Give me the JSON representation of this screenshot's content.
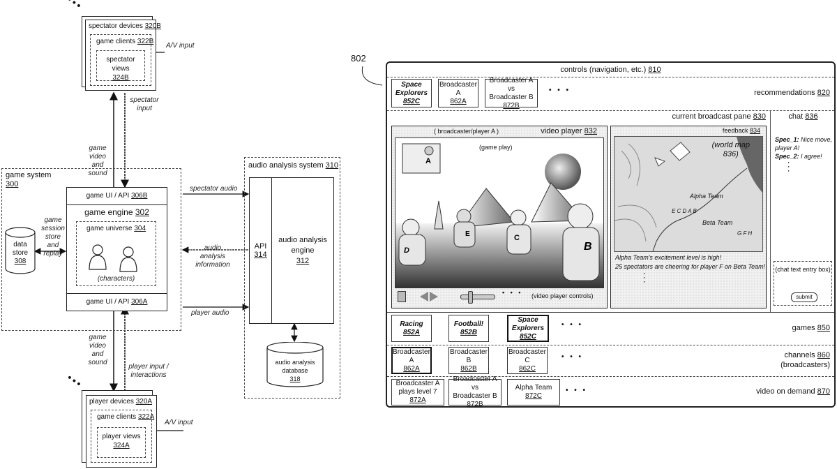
{
  "left_diagram": {
    "spectator_devices": {
      "title": "spectator devices",
      "ref": "320B",
      "clients": "game clients",
      "clients_ref": "322B",
      "views": "spectator views",
      "views_ref": "324B",
      "av_input": "A/V input"
    },
    "player_devices": {
      "title": "player devices",
      "ref": "320A",
      "clients": "game clients",
      "clients_ref": "322A",
      "views": "player views",
      "views_ref": "324A",
      "av_input": "A/V input"
    },
    "arrows_top": {
      "video": "game video and sound",
      "input": "spectator input"
    },
    "arrows_bottom": {
      "video": "game video and sound",
      "input": "player input / interactions"
    },
    "game_system": {
      "title": "game system",
      "ref": "300",
      "api_top": "game UI / API",
      "api_top_ref": "306B",
      "engine": "game engine",
      "engine_ref": "302",
      "universe": "game universe",
      "universe_ref": "304",
      "characters": "(characters)",
      "api_bottom": "game UI / API",
      "api_bottom_ref": "306A",
      "data_store": "data store",
      "data_store_ref": "308",
      "session_label": "game session store and replay"
    },
    "links": {
      "spectator_audio": "spectator audio",
      "analysis_info": "audio analysis information",
      "player_audio": "player audio"
    },
    "audio_system": {
      "title": "audio analysis system",
      "ref": "310",
      "api": "API",
      "api_ref": "314",
      "engine": "audio analysis engine",
      "engine_ref": "312",
      "database": "audio analysis database",
      "database_ref": "318"
    }
  },
  "right_ui": {
    "figure_ref": "802",
    "controls": "controls (navigation, etc.)",
    "controls_ref": "810",
    "recommendations": {
      "label": "recommendations",
      "ref": "820",
      "tiles": [
        {
          "line1": "Space",
          "line2": "Explorers",
          "ref": "852C",
          "italic": true
        },
        {
          "line1": "Broadcaster",
          "line2": "A",
          "ref": "862A"
        },
        {
          "line1": "Broadcaster A vs",
          "line2": "Broadcaster B",
          "ref": "872B"
        }
      ],
      "more": "• • •"
    },
    "broadcast_pane": {
      "label": "current broadcast pane",
      "ref": "830"
    },
    "video_player": {
      "label": "video player",
      "ref": "832",
      "broadcaster": "( broadcaster/player A )",
      "game_play": "(game play)",
      "characters": [
        "A",
        "B",
        "C",
        "D",
        "E"
      ],
      "controls_label": "(video player controls)",
      "more": "• • •",
      "slider_position": 0.25
    },
    "feedback": {
      "label": "feedback",
      "ref": "834",
      "map_label": "(world map",
      "map_ref": "836)",
      "alpha_team": "Alpha Team",
      "beta_team": "Beta Team",
      "alpha_players": [
        "E",
        "C",
        "D",
        "A",
        "B"
      ],
      "beta_players": [
        "G",
        "F",
        "H"
      ],
      "messages": [
        "Alpha Team's excitement level is high!",
        "25 spectators are cheering for player F on Beta Team!"
      ]
    },
    "chat": {
      "label": "chat",
      "ref": "836",
      "messages": [
        {
          "user": "Spec_1:",
          "text": "Nice move, player A!"
        },
        {
          "user": "Spec_2:",
          "text": "I agree!"
        }
      ],
      "entry_placeholder": "(chat text entry box)",
      "submit": "submit"
    },
    "games": {
      "label": "games",
      "ref": "850",
      "tiles": [
        {
          "line1": "Racing",
          "ref": "852A"
        },
        {
          "line1": "Football!",
          "ref": "852B"
        },
        {
          "line1": "Space",
          "line2": "Explorers",
          "ref": "852C",
          "selected": true
        }
      ],
      "more": "• • •"
    },
    "channels": {
      "label": "channels",
      "ref": "860",
      "sub": "(broadcasters)",
      "tiles": [
        {
          "line1": "Broadcaster",
          "line2": "A",
          "ref": "862A",
          "selected": true
        },
        {
          "line1": "Broadcaster",
          "line2": "B",
          "ref": "862B"
        },
        {
          "line1": "Broadcaster",
          "line2": "C",
          "ref": "862C"
        }
      ],
      "more": "• • •"
    },
    "vod": {
      "label": "video on demand",
      "ref": "870",
      "tiles": [
        {
          "line1": "Broadcaster A",
          "line2": "plays level 7",
          "ref": "872A"
        },
        {
          "line1": "Broadcaster A vs",
          "line2": "Broadcaster B",
          "ref": "872B"
        },
        {
          "line1": "Alpha Team",
          "ref": "872C"
        }
      ],
      "more": "• • •"
    }
  }
}
